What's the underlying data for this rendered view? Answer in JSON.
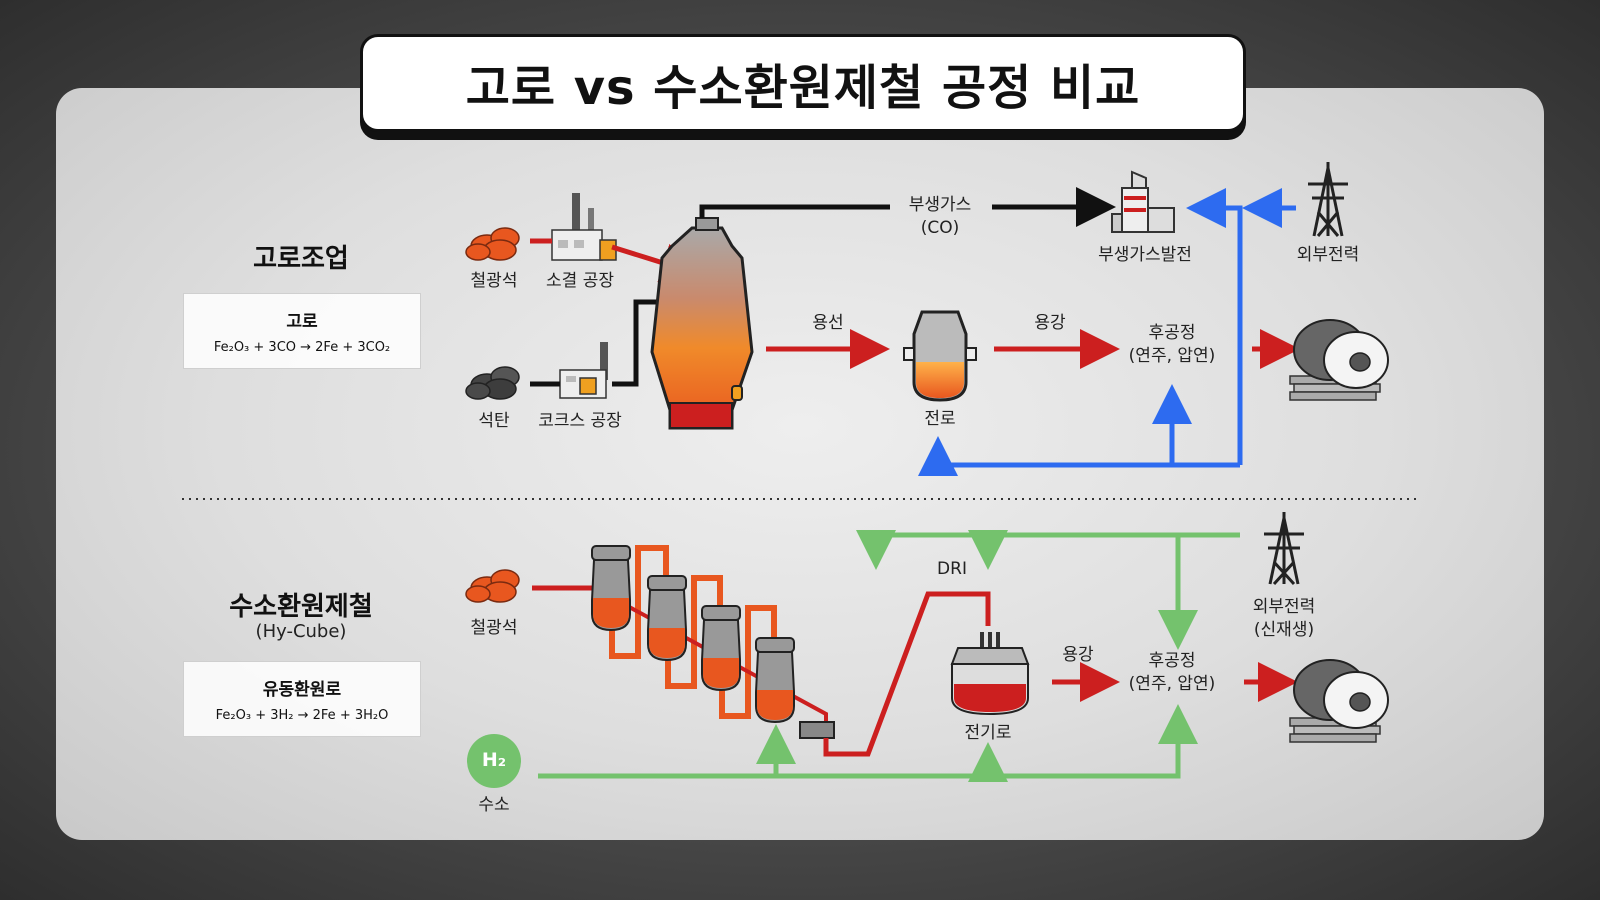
{
  "title": "고로 vs 수소환원제철 공정 비교",
  "blast_furnace": {
    "section_title": "고로조업",
    "box_title": "고로",
    "formula": "Fe₂O₃ + 3CO → 2Fe + 3CO₂",
    "iron_ore": "철광석",
    "coal": "석탄",
    "sinter_plant": "소결 공장",
    "coke_plant": "코크스 공장",
    "byproduct_gas": "부생가스",
    "byproduct_gas_co": "(CO)",
    "byproduct_power": "부생가스발전",
    "external_power": "외부전력",
    "hot_metal": "용선",
    "converter": "전로",
    "molten_steel": "용강",
    "post_process": "후공정",
    "post_process_sub": "(연주, 압연)"
  },
  "hydrogen": {
    "section_title": "수소환원제철",
    "section_sub": "(Hy-Cube)",
    "box_title": "유동환원로",
    "formula": "Fe₂O₃ + 3H₂ → 2Fe + 3H₂O",
    "iron_ore": "철광석",
    "h2_symbol": "H₂",
    "hydrogen_label": "수소",
    "dri": "DRI",
    "electric_furnace": "전기로",
    "molten_steel": "용강",
    "post_process": "후공정",
    "post_process_sub": "(연주, 압연)",
    "external_power": "외부전력",
    "external_power_sub": "(신재생)"
  },
  "colors": {
    "red_flow": "#cc1f1f",
    "blue_flow": "#2d6bf0",
    "green_flow": "#74c26d",
    "black_flow": "#111111",
    "orange": "#e8571f"
  }
}
